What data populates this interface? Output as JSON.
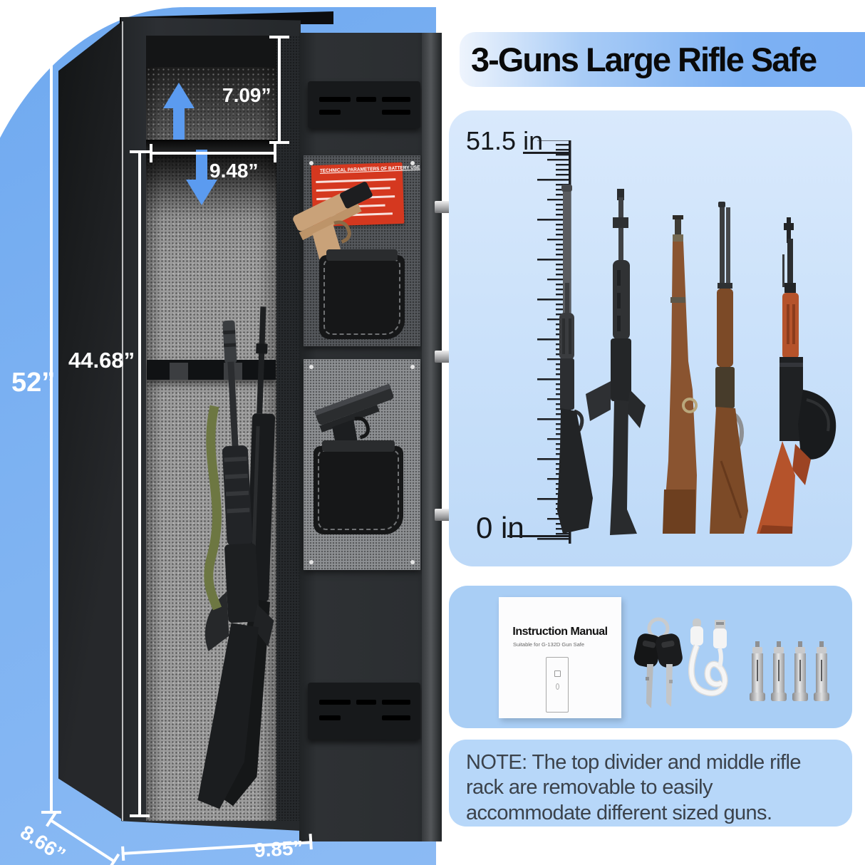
{
  "title": "3-Guns Large Rifle Safe",
  "safe_diagram": {
    "dim_top_gap": "7.09”",
    "dim_shelf_width": "9.48”",
    "dim_interior_height": "44.68”",
    "dim_total_height": "52”",
    "dim_depth": "8.66”",
    "dim_base_width": "9.85”",
    "door_label_heading": "TECHNICAL PARAMETERS OF BATTERY USE"
  },
  "size_chart": {
    "top_label": "51.5 in",
    "bottom_label": "0 in"
  },
  "accessories": {
    "manual_title": "Instruction Manual",
    "manual_subtitle": "Suitable for G-132D Gun Safe"
  },
  "note_text": "NOTE: The top divider and middle rifle\nrack are removable to easily\naccommodate different sized guns.",
  "colors": {
    "accent_blue": "#74acf1",
    "panel_light": "#cfe2fa",
    "panel_medium": "#a9cef5",
    "arrow_blue": "#5b9bf0",
    "label_red": "#d5381f"
  }
}
